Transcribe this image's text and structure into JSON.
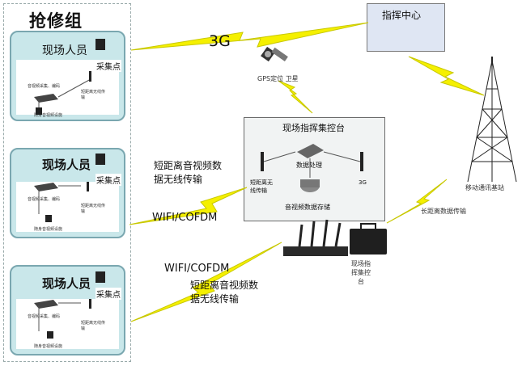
{
  "group_title": "抢修组",
  "teams": [
    {
      "person": "现场人员",
      "collect": "采集点",
      "av_capture": "音视频采集、编码",
      "short_range": "短距离无线传输",
      "body_device": "随身音视频设施"
    },
    {
      "person": "现场人员",
      "collect": "采集点",
      "av_capture": "音视频采集、编码",
      "short_range": "短距离无线传输",
      "body_device": "随身音视频设施"
    },
    {
      "person": "现场人员",
      "collect": "采集点",
      "av_capture": "音视频采集、编码",
      "short_range": "短距离无线传输",
      "body_device": "随身音视频设施"
    }
  ],
  "command_center": "指挥中心",
  "link_3g": "3G",
  "gps": "GPS定位 卫星",
  "console": {
    "title": "现场指挥集控台",
    "data_processing": "数据处理",
    "short_range": "短距离无线传输",
    "g3": "3G",
    "storage": "音视频数据存储"
  },
  "links": {
    "short_a": "短距离音视频数据无线传输",
    "short_a_line1": "短距离音视频数",
    "short_a_line2": "据无线传输",
    "wifi_a": "WIFI/COFDM",
    "wifi_b": "WIFI/COFDM",
    "short_b_line1": "短距离音视频数",
    "short_b_line2": "据无线传输",
    "long_range": "长距离数据传输"
  },
  "tower_label": "移动通讯基站",
  "portable_line1": "现场指",
  "portable_line2": "挥集控",
  "portable_line3": "台",
  "colors": {
    "team_fill": "#c9e7ea",
    "team_border": "#7aa7b0",
    "bolt": "#f5f000",
    "bolt_edge": "#c8c800",
    "center_fill": "#dfe6f3"
  }
}
